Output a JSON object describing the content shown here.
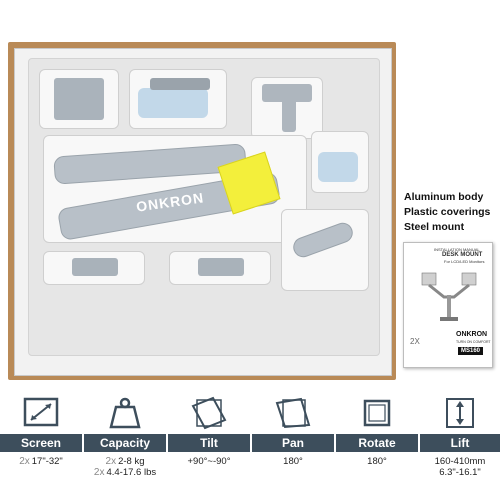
{
  "photo": {
    "logo": "ONKRON",
    "features": [
      "Aluminum body",
      "Plastic coverings",
      "Steel mount"
    ],
    "manual": {
      "header": "INSTALLATION MANUAL",
      "title": "DESK MOUNT",
      "subtitle": "For LCD/LED Monitors",
      "brand": "ONKRON",
      "tagline": "TURN ON COMFORT",
      "model": "MS160",
      "multiplier": "2X"
    }
  },
  "specs": [
    {
      "label": "Screen",
      "icon": "screen-diagonal-icon",
      "multiplier": "2x",
      "lines": [
        "17\"-32\""
      ]
    },
    {
      "label": "Capacity",
      "icon": "weight-icon",
      "multiplier": "2x",
      "lines": [
        "2-8 kg",
        "4.4-17.6 lbs"
      ]
    },
    {
      "label": "Tilt",
      "icon": "tilt-icon",
      "multiplier": "",
      "lines": [
        "+90°~-90°"
      ]
    },
    {
      "label": "Pan",
      "icon": "pan-icon",
      "multiplier": "",
      "lines": [
        "180°"
      ]
    },
    {
      "label": "Rotate",
      "icon": "rotate-icon",
      "multiplier": "",
      "lines": [
        "180°"
      ]
    },
    {
      "label": "Lift",
      "icon": "lift-icon",
      "multiplier": "",
      "lines": [
        "160-410mm",
        "6.3\"-16.1\""
      ]
    }
  ],
  "colors": {
    "label_bar": "#3d4e5c",
    "box": "#b98a57",
    "tag": "#f3ef3b"
  }
}
